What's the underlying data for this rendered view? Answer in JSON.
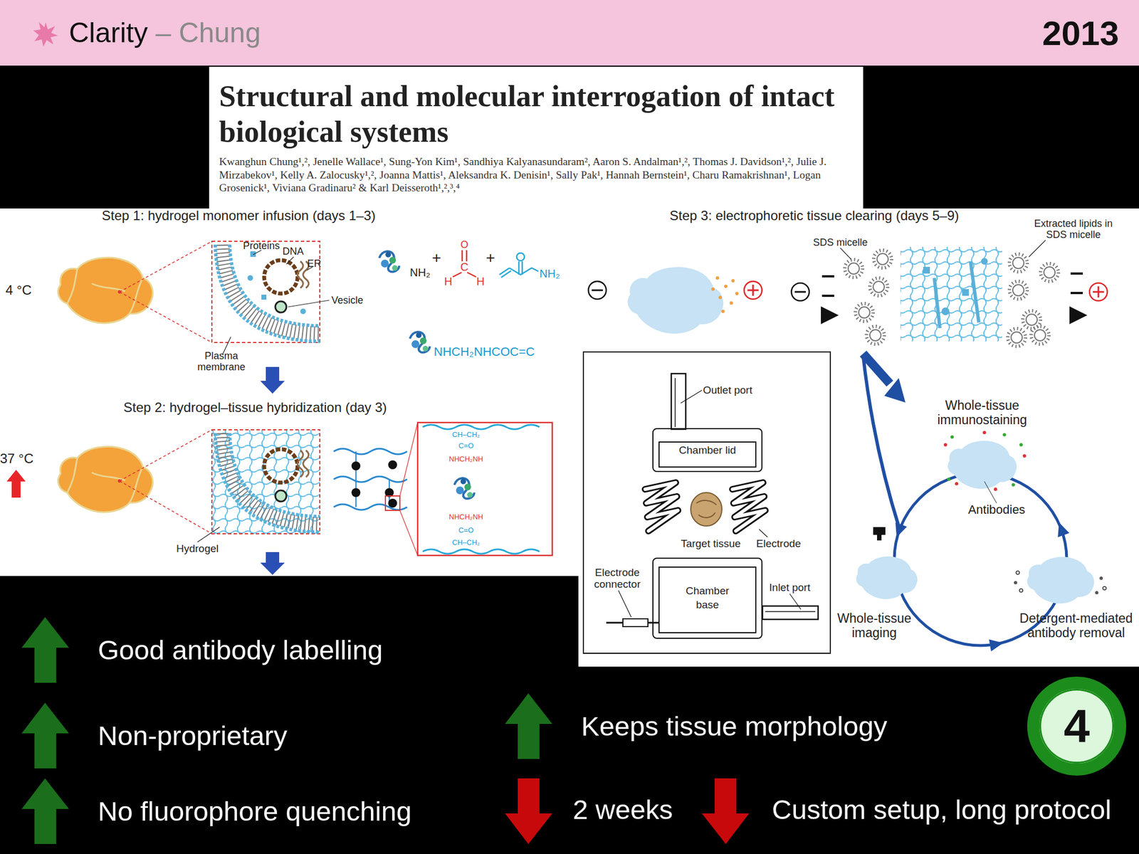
{
  "diagram": {
    "title": "Clarity",
    "nodes": [
      {
        "text": [
          "Structural and molecular interrogation of intact biological systems",
          "Kwanghun Chung¹,², Jenelle Wallace¹, Sung-Yon Kim¹, Sandhiya Kalyanasundaram², Aaron S. Andalman¹,², Thomas J. Davidson¹,², Julie J. Mirzabekov¹, Kelly A. Zalocusky¹,², Joanna Mattis¹, Aleksandra K. Denisin¹, Sally Pak¹, Hannah Bernstein¹, Charu Ramakrishnan¹, Logan Grosenick¹, Viviana Gradinaru² & Karl Deisseroth¹,²,³,⁴"
        ]
      },
      {
        "text": [
          "Chamber lid"
        ]
      },
      {
        "text": [
          "Chamber base"
        ]
      },
      {
        "text": [
          "4"
        ]
      }
    ],
    "labels": [
      "– Chung",
      "2013",
      "Step 1: hydrogel monomer infusion (days 1–3)",
      "4 °C",
      "Proteins",
      "DNA",
      "ER",
      "Vesicle",
      "Plasma membrane",
      "NH₂",
      "+",
      "O",
      "C",
      "H",
      "H",
      "+",
      "NH₂",
      "NHCH₂NHCOC=C",
      "Step 2: hydrogel–tissue hybridization (day 3)",
      "37 °C",
      "Hydrogel",
      "CH–CH₂",
      "C=O",
      "NHCH₂NH",
      "NHCH₂NH",
      "C=O",
      "CH–CH₂",
      "Step 3: electrophoretic tissue clearing (days 5–9)",
      "SDS micelle",
      "Extracted lipids in SDS micelle",
      "Outlet port",
      "Target tissue",
      "Electrode",
      "Electrode connector",
      "Inlet port",
      "Whole-tissue immunostaining",
      "Antibodies",
      "Whole-tissue imaging",
      "Detergent-mediated antibody removal",
      "Good antibody labelling",
      "Non-proprietary",
      "No fluorophore quenching",
      "Keeps tissue morphology",
      "2 weeks",
      "Custom setup, long protocol"
    ]
  }
}
